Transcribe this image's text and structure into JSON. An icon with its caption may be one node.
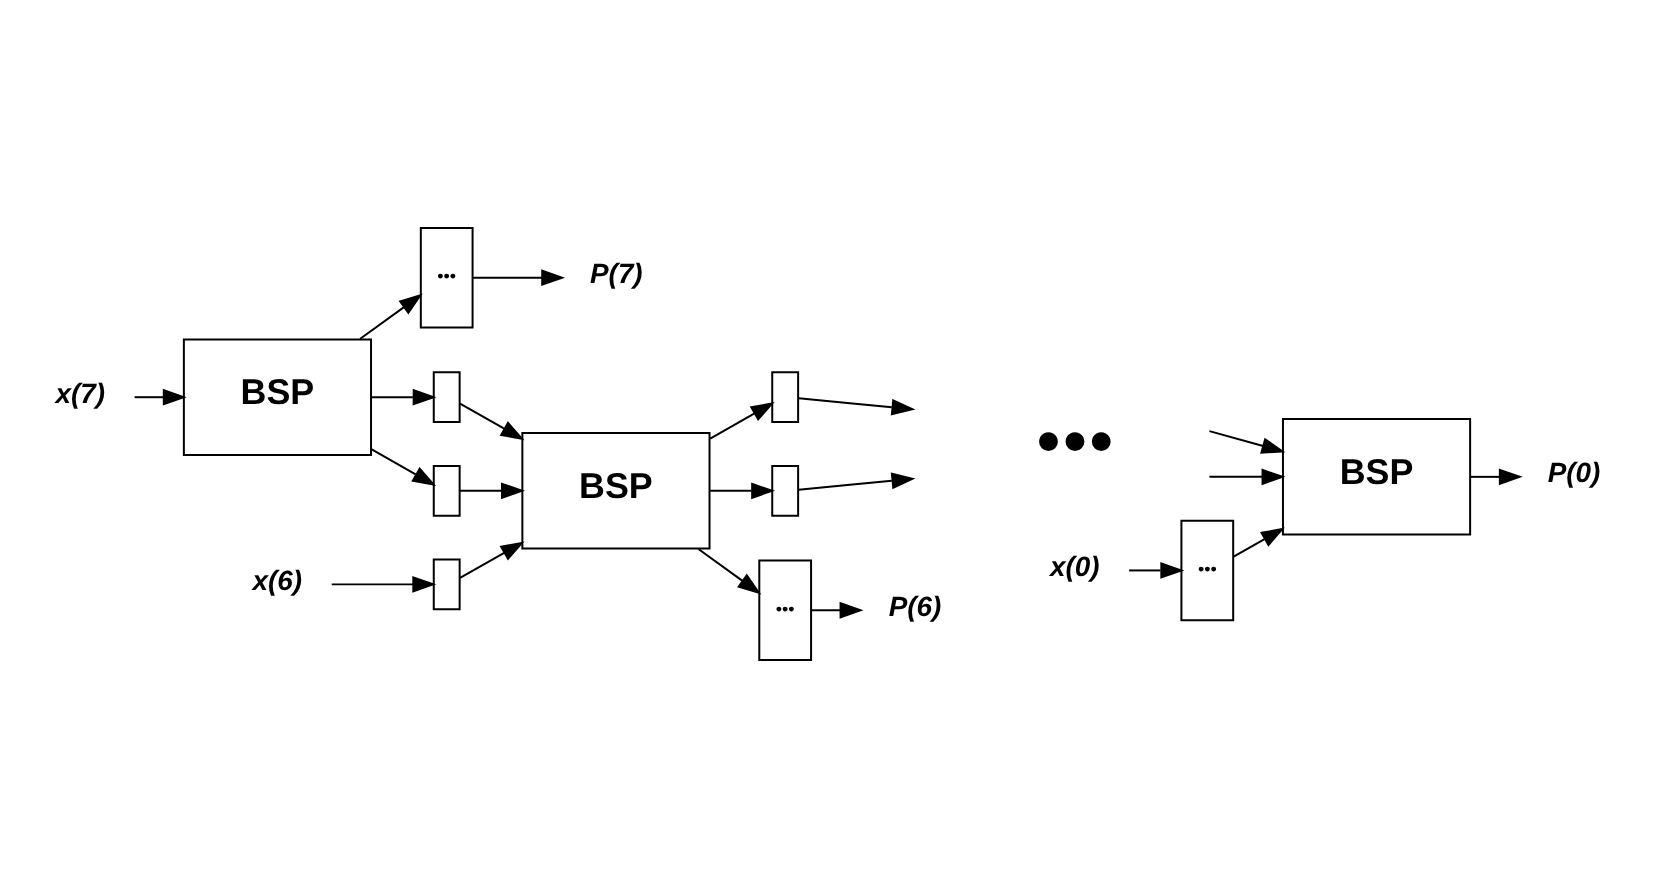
{
  "diagram": {
    "nodes": [
      {
        "text": [
          "x(7)"
        ]
      },
      {
        "text": [
          "BSP"
        ]
      },
      {
        "text": [],
        "shape": "box"
      },
      {
        "text": [],
        "shape": "box"
      },
      {
        "text": [
          "x(6)"
        ]
      },
      {
        "text": [],
        "shape": "box"
      },
      {
        "text": [
          "BSP"
        ]
      },
      {
        "text": [],
        "shape": "box"
      },
      {
        "text": [],
        "shape": "box"
      },
      {
        "text": [
          "x(0)"
        ]
      },
      {
        "text": [
          "•••"
        ]
      },
      {
        "text": [
          "BSP"
        ]
      },
      {
        "text": [
          "•••"
        ]
      },
      {
        "text": [
          "P(7)"
        ]
      },
      {
        "text": [
          "•••"
        ]
      },
      {
        "text": [
          "P(6)"
        ]
      },
      {
        "text": [
          "P(0)"
        ]
      }
    ],
    "edges": [
      {
        "from": 0,
        "to": 1,
        "arrow": "to"
      },
      {
        "from": 1,
        "to": 2,
        "arrow": "to"
      },
      {
        "from": 1,
        "to": 3,
        "arrow": "to"
      },
      {
        "from": 2,
        "to": 6,
        "arrow": "to"
      },
      {
        "from": 3,
        "to": 6,
        "arrow": "to"
      },
      {
        "from": 4,
        "to": 5,
        "arrow": "to"
      },
      {
        "from": 5,
        "to": 6,
        "arrow": "to"
      },
      {
        "from": 6,
        "to": 7,
        "arrow": "to"
      },
      {
        "from": 6,
        "to": 8,
        "arrow": "to"
      },
      {
        "from": 7,
        "to": null,
        "arrow": "to"
      },
      {
        "from": 8,
        "to": null,
        "arrow": "to"
      },
      {
        "from": null,
        "to": 11,
        "arrow": "to"
      },
      {
        "from": null,
        "to": 11,
        "arrow": "to"
      },
      {
        "from": 9,
        "to": 10,
        "arrow": "to"
      },
      {
        "from": 10,
        "to": 11,
        "arrow": "to"
      },
      {
        "from": 1,
        "to": 12,
        "arrow": "to"
      },
      {
        "from": 12,
        "to": 13,
        "arrow": "to"
      },
      {
        "from": 6,
        "to": 14,
        "arrow": "to"
      },
      {
        "from": 14,
        "to": 15,
        "arrow": "to"
      },
      {
        "from": 11,
        "to": 16,
        "arrow": "to"
      }
    ],
    "labels": [
      "●●●"
    ]
  }
}
